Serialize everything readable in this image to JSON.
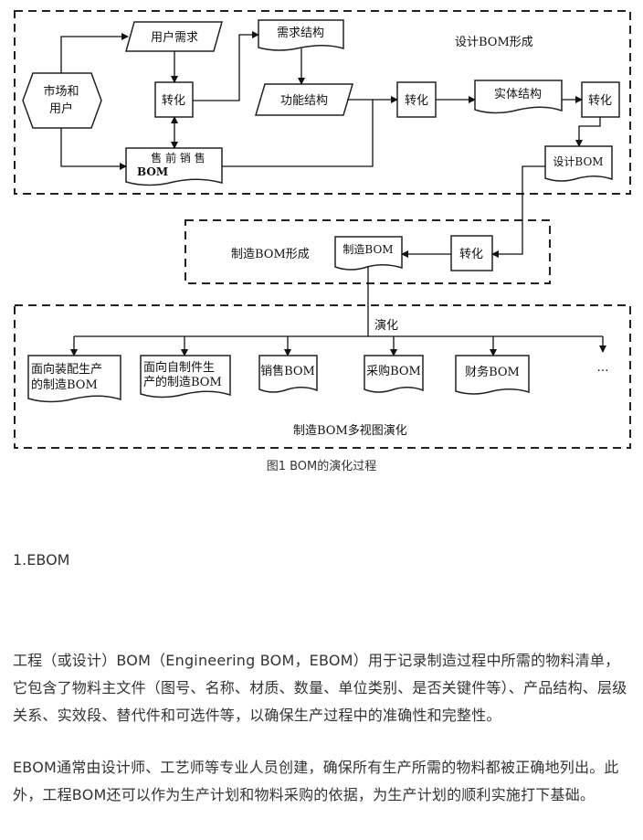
{
  "diagram": {
    "group_design": "设计BOM形成",
    "group_manufacture": "制造BOM形成",
    "group_multiview": "制造BOM多视图演化",
    "market_user": [
      "市场和",
      "用户"
    ],
    "user_demand": "用户需求",
    "convert": "转化",
    "presale_bom": [
      "售 前 销 售",
      "BOM"
    ],
    "demand_structure": "需求结构",
    "function_structure": "功能结构",
    "entity_structure": "实体结构",
    "design_bom": "设计BOM",
    "manufacture_bom": "制造BOM",
    "evolve": "演化",
    "view_assembly": [
      "面向装配生产",
      "的制造BOM"
    ],
    "view_selfmade": [
      "面向自制件生",
      "产的制造BOM"
    ],
    "view_sales": "销售BOM",
    "view_purchase": "采购BOM",
    "view_finance": "财务BOM",
    "view_more": "…"
  },
  "caption": "图1 BOM的演化过程",
  "heading": "1.EBOM",
  "paragraph1": "工程（或设计）BOM（Engineering BOM，EBOM）用于记录制造过程中所需的物料清单，它包含了物料主文件（图号、名称、材质、数量、单位类别、是否关键件等）、产品结构、层级关系、实效段、替代件和可选件等，以确保生产过程中的准确性和完整性。",
  "paragraph2": "EBOM通常由设计师、工艺师等专业人员创建，确保所有生产所需的物料都被正确地列出。此外，工程BOM还可以作为生产计划和物料采购的依据，为生产计划的顺利实施打下基础。"
}
